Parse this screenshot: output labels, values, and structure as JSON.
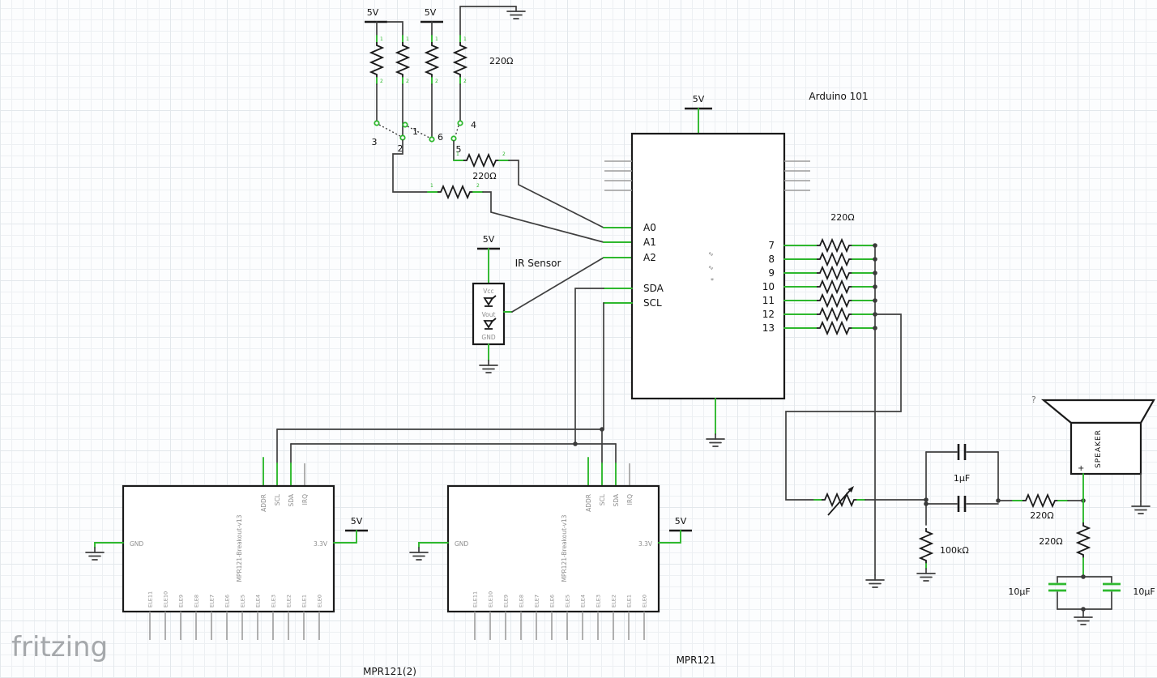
{
  "watermark": "fritzing",
  "shared": {
    "v5": "5V",
    "p1": "1",
    "p2": "2"
  },
  "switch_bank": {
    "r_label": "220Ω",
    "numbers": {
      "n1": "1",
      "n2": "2",
      "n3": "3",
      "n4": "4",
      "n5": "5",
      "n6": "6"
    }
  },
  "input_resistors": {
    "r_label": "220Ω"
  },
  "ir": {
    "title": "IR Sensor",
    "vcc": "Vcc",
    "vout": "Vout",
    "gnd": "GND"
  },
  "arduino": {
    "title": "Arduino 101",
    "analog": [
      "A0",
      "A1",
      "A2"
    ],
    "i2c": [
      "SDA",
      "SCL"
    ],
    "digital": [
      "7",
      "8",
      "9",
      "10",
      "11",
      "12",
      "13"
    ],
    "decor": [
      "∿",
      "∿",
      "*"
    ]
  },
  "array_label": "220Ω",
  "boards": {
    "name": "MPR121-Breakout-v13",
    "gnd": "GND",
    "v33": "3.3V",
    "top_pins": [
      "ADDR",
      "SCL",
      "SDA",
      "IRQ"
    ],
    "ele": [
      "ELE11",
      "ELE10",
      "ELE9",
      "ELE8",
      "ELE7",
      "ELE6",
      "ELE5",
      "ELE4",
      "ELE3",
      "ELE2",
      "ELE1",
      "ELE0"
    ],
    "caption_a": "MPR121(2)",
    "caption_b": "MPR121"
  },
  "audio": {
    "cap_parallel": "1µF",
    "cap_left": "10µF",
    "cap_right": "10µF",
    "r_series": "220Ω",
    "r_out": "220Ω",
    "r_load": "100kΩ",
    "speaker": "SPEAKER",
    "plus": "+",
    "question": "?"
  }
}
